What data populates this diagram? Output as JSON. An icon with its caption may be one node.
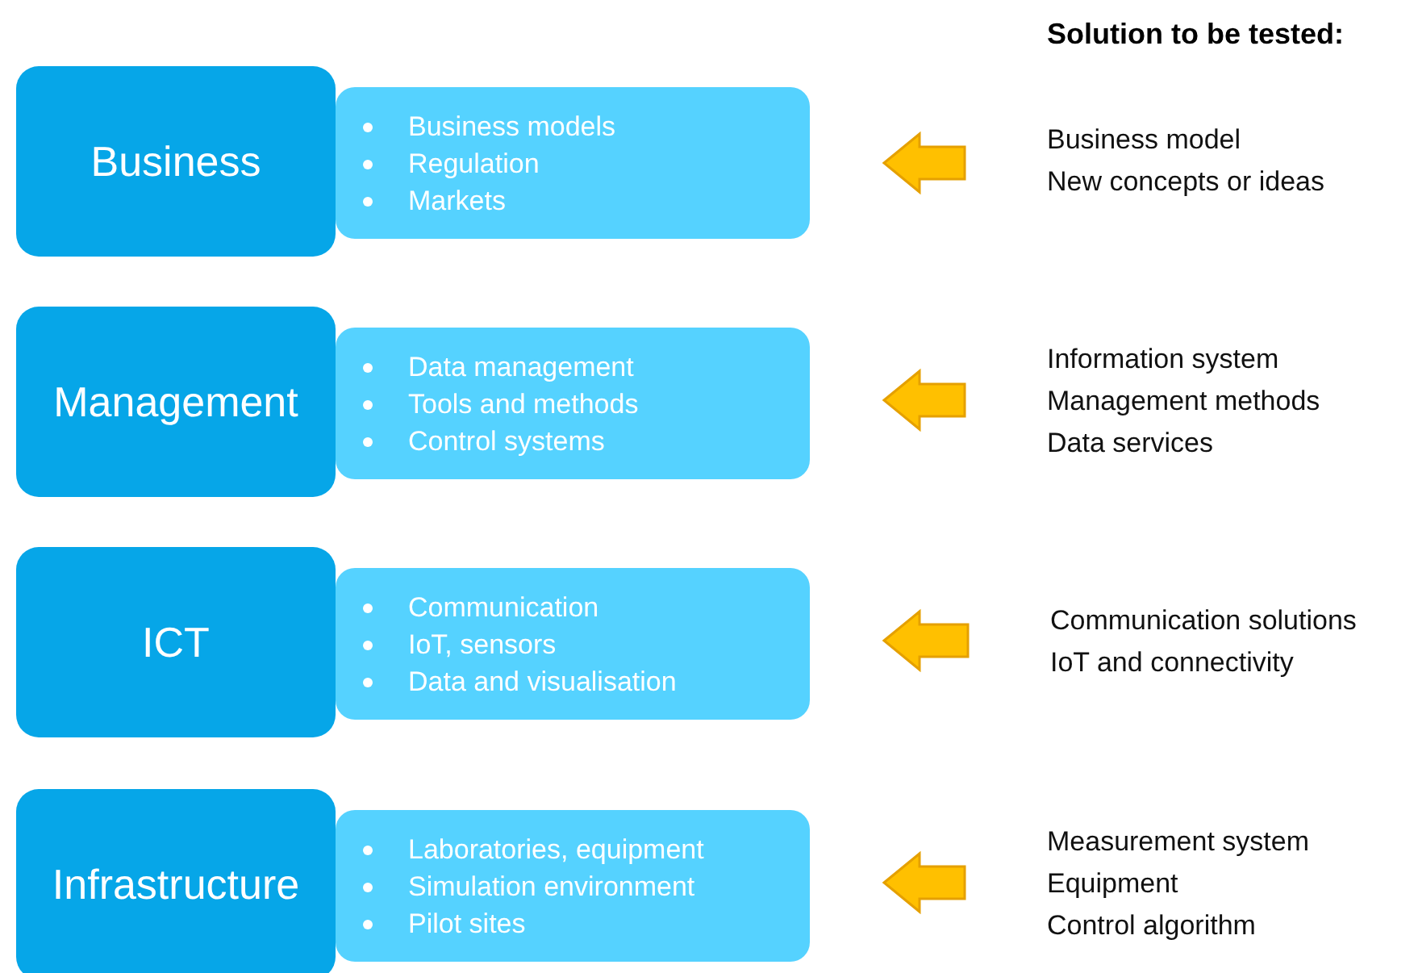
{
  "diagram": {
    "title": "Solution to be tested:",
    "nodes": [
      {
        "text": [
          "Business"
        ]
      },
      {
        "text": [
          "Business models",
          "Regulation",
          "Markets"
        ]
      },
      {
        "text": [
          "Business model",
          "New concepts or ideas"
        ]
      },
      {
        "text": [
          "Management"
        ]
      },
      {
        "text": [
          "Data management",
          "Tools and methods",
          "Control systems"
        ]
      },
      {
        "text": [
          "Information system",
          "Management methods",
          "Data services"
        ]
      },
      {
        "text": [
          "ICT"
        ]
      },
      {
        "text": [
          "Communication",
          "IoT, sensors",
          "Data and visualisation"
        ]
      },
      {
        "text": [
          "Communication solutions",
          "IoT and connectivity"
        ]
      },
      {
        "text": [
          "Infrastructure"
        ]
      },
      {
        "text": [
          "Laboratories, equipment",
          "Simulation environment",
          "Pilot sites"
        ]
      },
      {
        "text": [
          "Measurement system",
          "Equipment",
          "Control algorithm"
        ]
      }
    ],
    "edges": [
      {
        "from": 2,
        "to": 1,
        "arrow": "to",
        "style": "thick"
      },
      {
        "from": 5,
        "to": 4,
        "arrow": "to",
        "style": "thick"
      },
      {
        "from": 8,
        "to": 7,
        "arrow": "to",
        "style": "thick"
      },
      {
        "from": 11,
        "to": 10,
        "arrow": "to",
        "style": "thick"
      }
    ]
  }
}
